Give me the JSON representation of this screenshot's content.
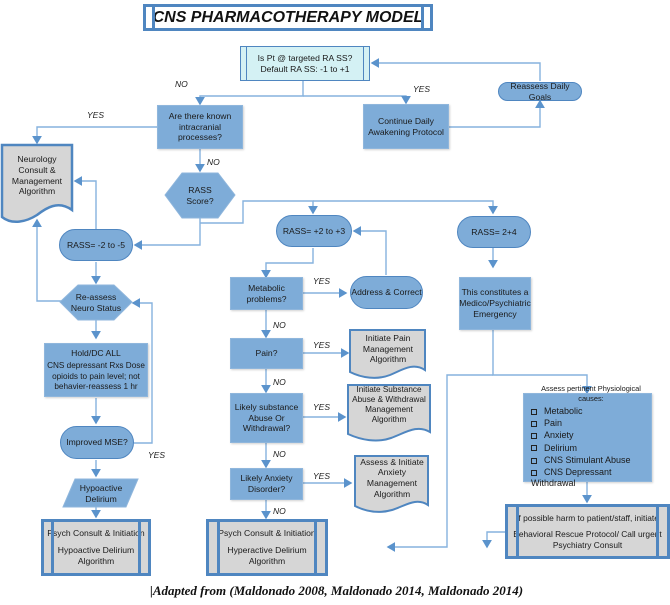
{
  "title": "CNS PHARMACOTHERAPY MODEL",
  "colors": {
    "box_fill": "#7eacd8",
    "line": "#6a9fd4",
    "border": "#4f86c0",
    "gray_fill": "#d6d6d6",
    "start_fill": "#d4f1f4"
  },
  "nodes": {
    "start": {
      "line1": "Is Pt @ targeted RA SS?",
      "line2": "Default RA SS: -1 to +1"
    },
    "intracranial": "Are there known intracranial processes?",
    "continue_daily": "Continue Daily Awakening Protocol",
    "reassess_goals": "Reassess Daily Goals",
    "neuro_consult": "Neurology Consult & Management Algorithm",
    "rass_score": "RASS Score?",
    "rass_neg": "RASS= -2 to -5",
    "rass_mid": "RASS= +2 to +3",
    "rass_high": "RASS= 2+4",
    "reassess_neuro": "Re-assess Neuro Status",
    "hold_dc": {
      "heading": "Hold/DC ALL",
      "body": "CNS depressant Rxs Dose opioids to pain level; not behavier-reassess 1 hr"
    },
    "improved_mse": "Improved MSE?",
    "hypoactive": "Hypoactive Delirium",
    "psych_hypo": {
      "heading": "Psych Consult & Initiation",
      "body": "Hypoactive Delirium Algorithm"
    },
    "metabolic": "Metabolic problems?",
    "address_correct": "Address & Correct",
    "pain": "Pain?",
    "pain_algo": "Initiate Pain Management Algorithm",
    "substance": "Likely substance Abuse Or Withdrawal?",
    "substance_algo": "Initiate Substance Abuse & Withdrawal Management Algorithm",
    "anxiety": "Likely Anxiety Disorder?",
    "anxiety_algo": "Assess & Initiate Anxiety Management Algorithm",
    "psych_hyper": {
      "heading": "Psych Consult & Initiation",
      "body": "Hyperactive Delirium Algorithm"
    },
    "emergency": "This constitutes a Medico/Psychiatric Emergency",
    "assess_causes": {
      "heading": "Assess pertinent Physiological causes:",
      "items": [
        "Metabolic",
        "Pain",
        "Anxiety",
        "Delirium",
        "CNS Stimulant Abuse",
        "CNS Depressant Withdrawal"
      ]
    },
    "harm": {
      "heading": "If possible harm to patient/staff, initiate",
      "body": "Behavioral Rescue Protocol/ Call urgent Psychiatry Consult"
    }
  },
  "labels": {
    "yes": "YES",
    "no": "NO"
  },
  "citation": "|Adapted from (Maldonado 2008, Maldonado 2014, Maldonado 2014)"
}
